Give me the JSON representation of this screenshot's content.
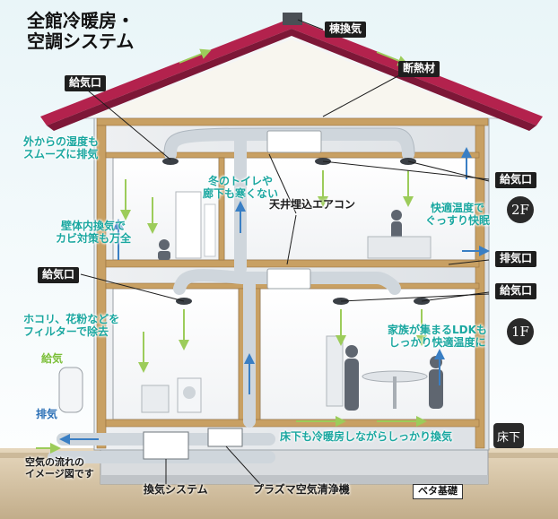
{
  "title": {
    "line1": "全館冷暖房・",
    "line2": "空調システム"
  },
  "labels": {
    "roof_vent": "棟換気",
    "insulation": "断熱材",
    "supply_top_left": "給気口",
    "supply_right_2f": "給気口",
    "exhaust_right": "排気口",
    "supply_left_1f": "給気口",
    "supply_right_1f": "給気口",
    "ceiling_ac": "天井埋込エアコン",
    "ventilation_system": "換気システム",
    "plasma_purifier": "プラズマ空気清浄機",
    "slab_foundation": "ベタ基礎",
    "air_flow_note_line1": "空気の流れの",
    "air_flow_note_line2": "イメージ図です",
    "supply_air": "給気",
    "exhaust_air": "排気"
  },
  "notes": {
    "humidity_line1": "外からの湿度も",
    "humidity_line2": "スムーズに排気",
    "toilet_line1": "冬のトイレや",
    "toilet_line2": "廊下も寒くない",
    "wall_vent_line1": "壁体内換気で",
    "wall_vent_line2": "カビ対策も万全",
    "sleep_line1": "快適温度で",
    "sleep_line2": "ぐっすり快眠",
    "dust_line1": "ホコリ、花粉などを",
    "dust_line2": "フィルターで除去",
    "ldk_line1": "家族が集まるLDKも",
    "ldk_line2": "しっかり快適温度に",
    "floor_line": "床下も冷暖房しながらしっかり換気"
  },
  "floors": {
    "second": "2F",
    "first": "1F",
    "under": "床下"
  },
  "colors": {
    "roof": "#b3224d",
    "timber": "#c8a063",
    "duct": "#cfd6dc",
    "supply_arrow": "#9ccc5a",
    "exhaust_arrow": "#3a7fc4",
    "note_text": "#1aa7a0",
    "sky": "#dbeff5",
    "ground": "#cdb99a"
  }
}
